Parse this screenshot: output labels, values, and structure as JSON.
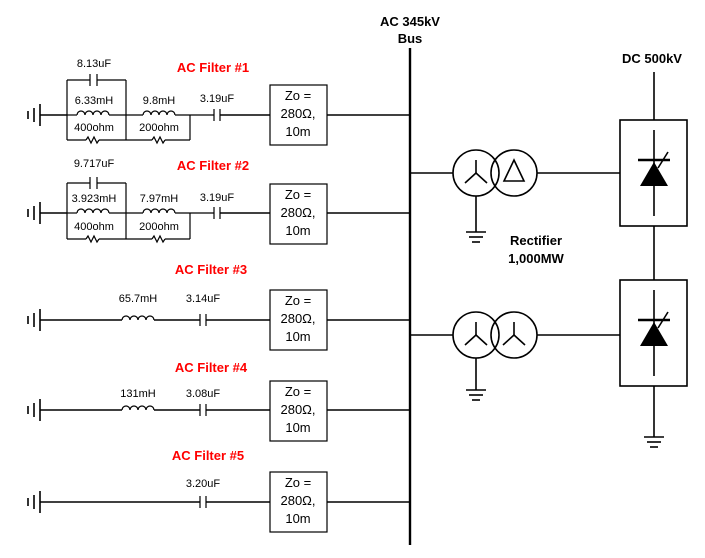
{
  "bus": {
    "line1": "AC 345kV",
    "line2": "Bus"
  },
  "dc": {
    "label": "DC 500kV"
  },
  "rectifier": {
    "line1": "Rectifier",
    "line2": "1,000MW"
  },
  "filters": [
    {
      "title": "AC Filter  #1",
      "c_par": "8.13uF",
      "l1": "6.33mH",
      "l2": "9.8mH",
      "r1": "400ohm",
      "r2": "200ohm",
      "c_series": "3.19uF"
    },
    {
      "title": "AC Filter  #2",
      "c_par": "9.717uF",
      "l1": "3.923mH",
      "l2": "7.97mH",
      "r1": "400ohm",
      "r2": "200ohm",
      "c_series": "3.19uF"
    },
    {
      "title": "AC Filter  #3",
      "l": "65.7mH",
      "c_series": "3.14uF"
    },
    {
      "title": "AC Filter  #4",
      "l": "131mH",
      "c_series": "3.08uF"
    },
    {
      "title": "AC Filter  #5",
      "c_series": "3.20uF"
    }
  ],
  "line_model": {
    "l1": "Zo =",
    "l2": "280Ω,",
    "l3": "10m"
  },
  "icons": [
    "ground-icon",
    "inductor-icon",
    "capacitor-icon",
    "resistor-icon",
    "wye-winding-icon",
    "delta-winding-icon",
    "thyristor-icon"
  ]
}
